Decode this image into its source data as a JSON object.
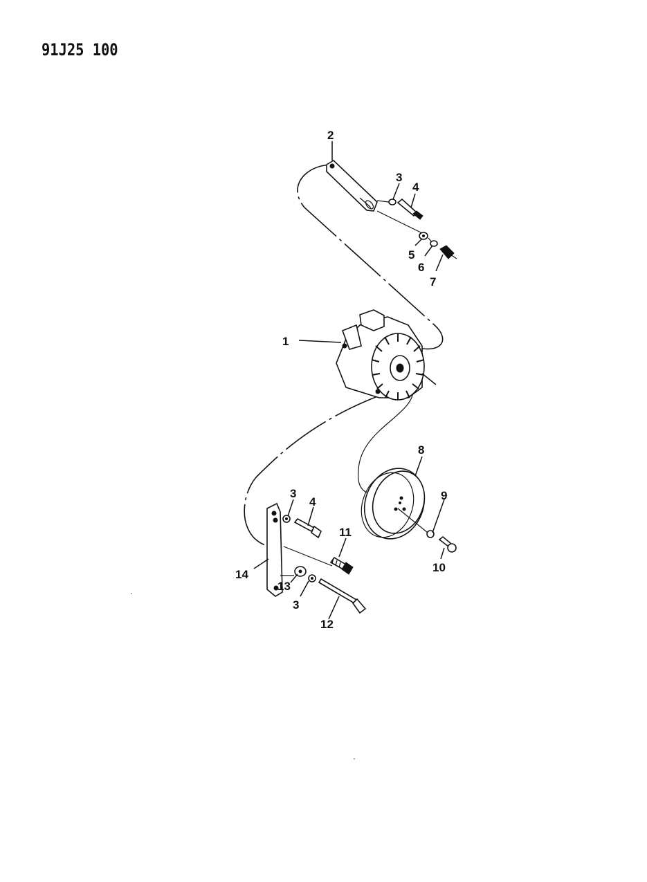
{
  "diagram": {
    "reference_id": "91J25 100",
    "callouts": [
      {
        "id": "c1",
        "label": "1"
      },
      {
        "id": "c2",
        "label": "2"
      },
      {
        "id": "c3a",
        "label": "3"
      },
      {
        "id": "c4a",
        "label": "4"
      },
      {
        "id": "c5",
        "label": "5"
      },
      {
        "id": "c6",
        "label": "6"
      },
      {
        "id": "c7",
        "label": "7"
      },
      {
        "id": "c8",
        "label": "8"
      },
      {
        "id": "c9",
        "label": "9"
      },
      {
        "id": "c10",
        "label": "10"
      },
      {
        "id": "c3b",
        "label": "3"
      },
      {
        "id": "c4b",
        "label": "4"
      },
      {
        "id": "c11",
        "label": "11"
      },
      {
        "id": "c14",
        "label": "14"
      },
      {
        "id": "c13",
        "label": "13"
      },
      {
        "id": "c3c",
        "label": "3"
      },
      {
        "id": "c12",
        "label": "12"
      }
    ]
  }
}
